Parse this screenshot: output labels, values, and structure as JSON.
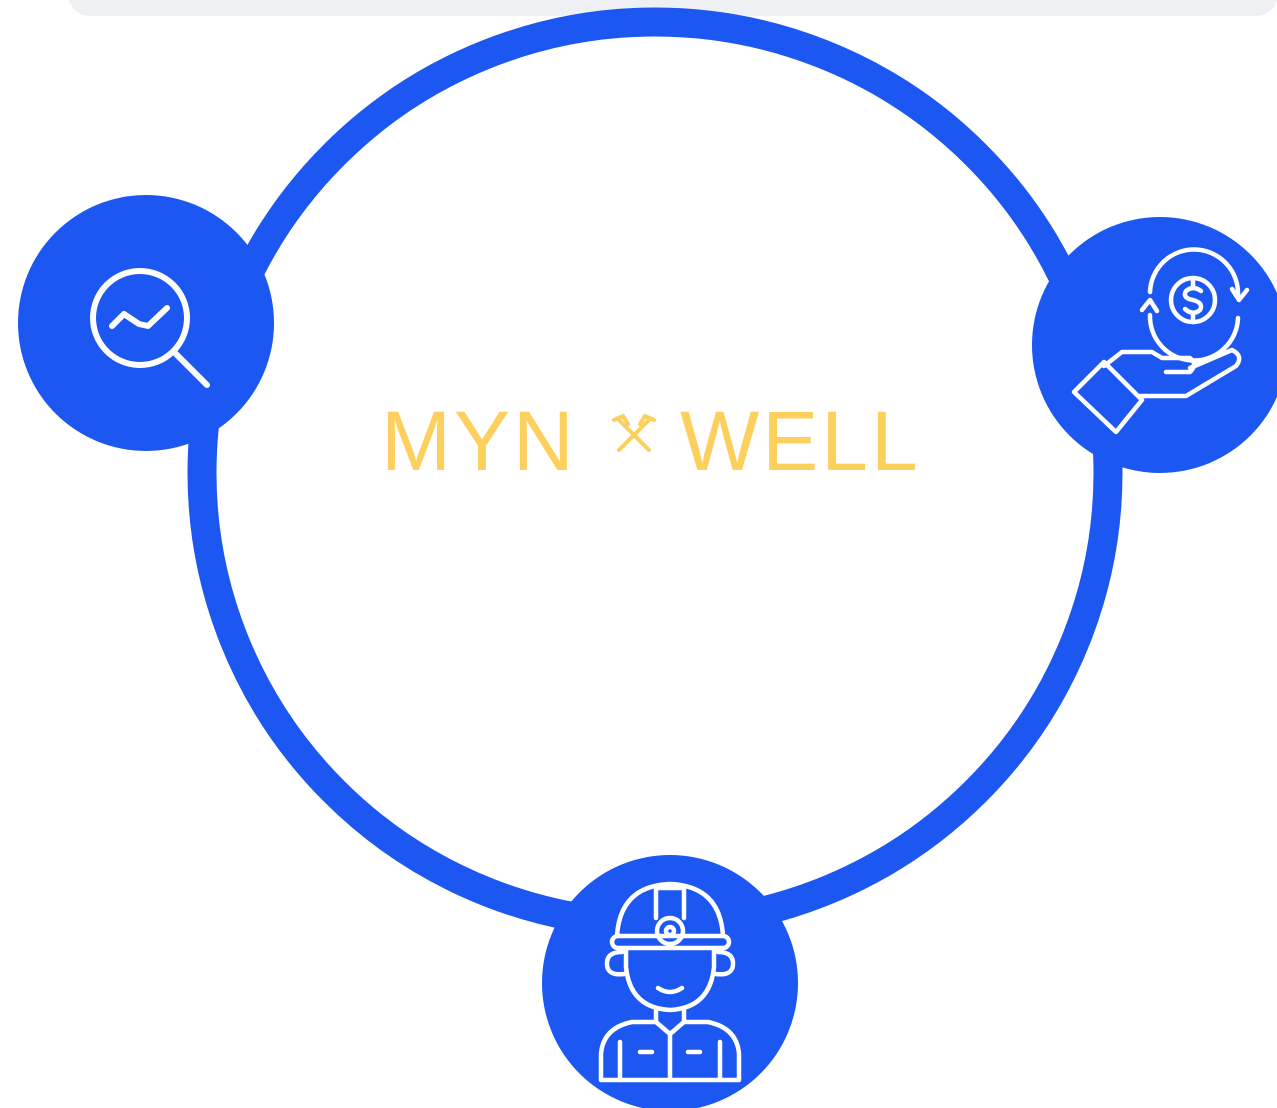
{
  "logo": {
    "left_text": "MYN",
    "right_text": "WELL",
    "color": "#FDCF5C"
  },
  "colors": {
    "ring": "#1B57F0",
    "node_fill": "#1B57F0",
    "icon_stroke": "#ffffff",
    "top_bar": "#EEF0F4"
  },
  "nodes": [
    {
      "id": "analysis",
      "icon": "magnifier-trend-icon"
    },
    {
      "id": "finance",
      "icon": "hand-dollar-exchange-icon"
    },
    {
      "id": "miner",
      "icon": "miner-worker-icon"
    }
  ]
}
